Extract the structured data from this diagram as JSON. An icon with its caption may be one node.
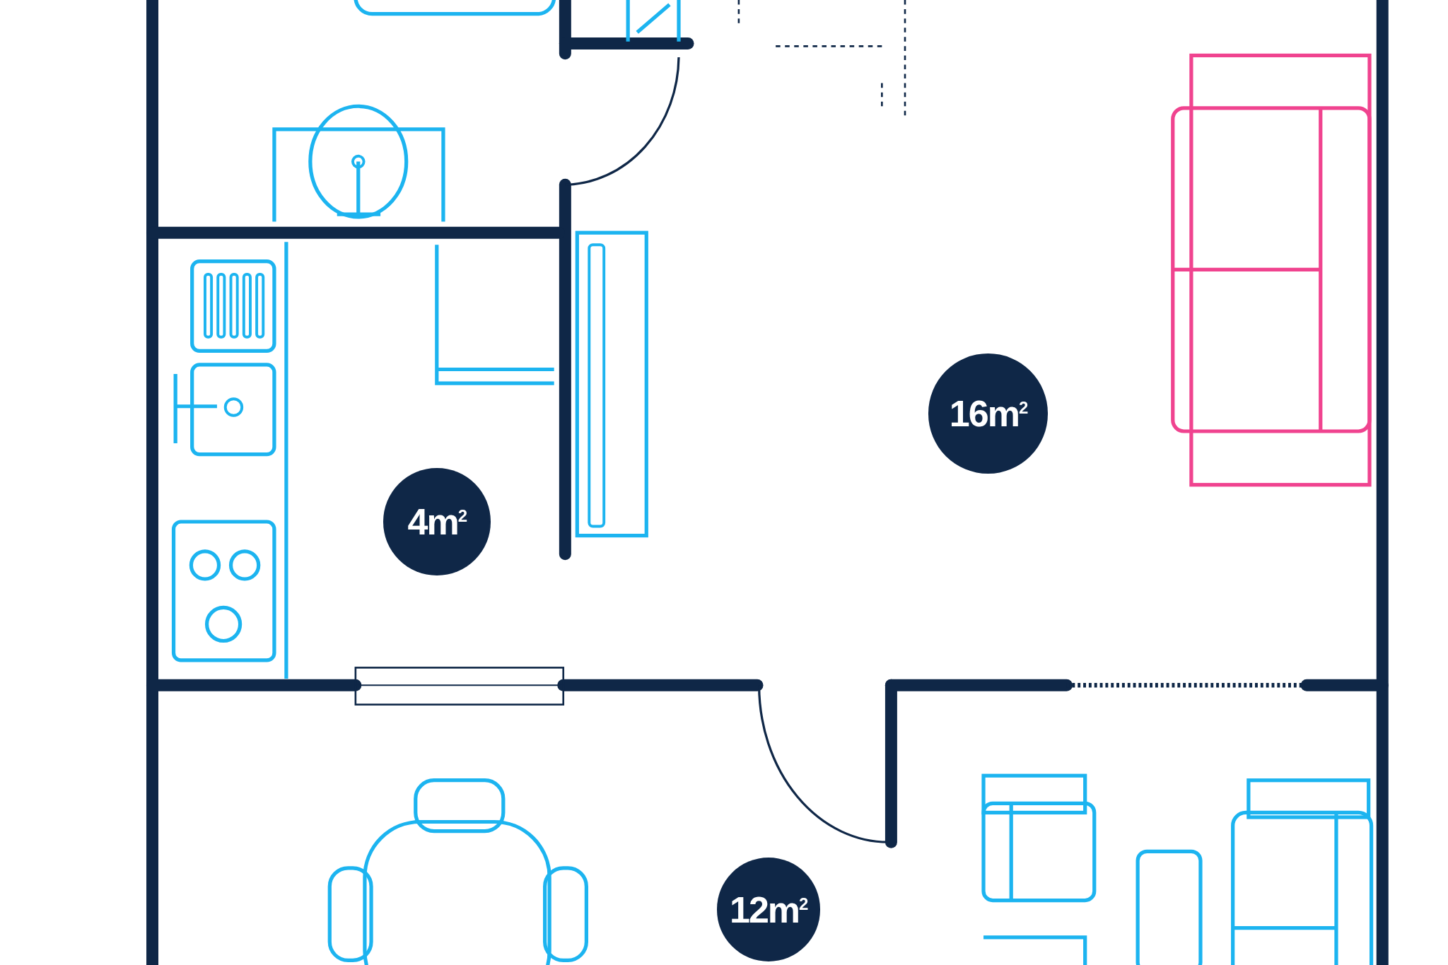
{
  "diagram": {
    "nodes": [
      {
        "text": [
          "16m$^{2}$"
        ]
      },
      {
        "text": [
          "4m$^{2}$"
        ]
      },
      {
        "text": [
          "12m$^{2}$"
        ]
      }
    ],
    "edges": []
  }
}
